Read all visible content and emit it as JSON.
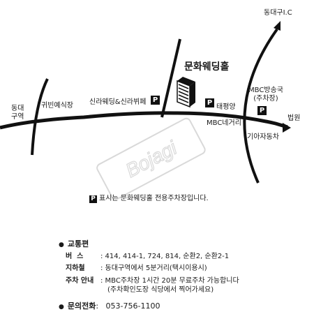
{
  "map": {
    "venue_name": "문화웨딩홀",
    "places": {
      "dongdaegu_ic": "동대구I.C",
      "dongdaegu_station": "동대\n구역",
      "gwibin_hall": "귀빈예식장",
      "silla_wedding": "신라웨딩&신라뷔페",
      "taepyeongyang": "태평양",
      "mbc_broadcast": "MBC방송국\n(주차장)",
      "mbc_intersection": "MBC네거리",
      "beomwon": "법원",
      "kia_motors": "기아자동차"
    },
    "parking_symbol": "P",
    "watermark": "Bojagi"
  },
  "note": {
    "symbol": "P",
    "text": "표시는 문화웨딩홀 전용주차장입니다."
  },
  "info": {
    "transport_title": "교통편",
    "bus_label": "버  스",
    "bus_value": ": 414, 414-1, 724, 814, 순환2, 순환2-1",
    "subway_label": "지하철",
    "subway_value": ": 동대구역에서 5분거리(택시이용시)",
    "parking_label": "주차 안내",
    "parking_value": ": MBC주차장 1시간 20분 무료주차 가능합니다",
    "parking_sub": "(주차확인도장 식당에서 찍어가세요)",
    "phone_label": "문의전화",
    "phone_value": ":   053-756-1100"
  },
  "colors": {
    "line": "#111111",
    "watermark": "#d9d9d9"
  }
}
